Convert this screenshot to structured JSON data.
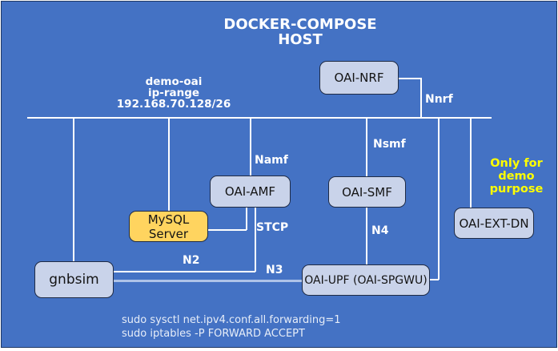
{
  "title": {
    "line1": "DOCKER-COMPOSE",
    "line2": "HOST"
  },
  "network": {
    "name": "demo-oai",
    "range_label": "ip-range",
    "cidr": "192.168.70.128/26"
  },
  "nodes": {
    "nrf": "OAI-NRF",
    "amf": "OAI-AMF",
    "smf": "OAI-SMF",
    "extdn": "OAI-EXT-DN",
    "upf": "OAI-UPF (OAI-SPGWU)",
    "gnbsim": "gnbsim",
    "mysql_line1": "MySQL",
    "mysql_line2": "Server"
  },
  "interfaces": {
    "nnrf": "Nnrf",
    "namf": "Namf",
    "nsmf": "Nsmf",
    "n2": "N2",
    "n3": "N3",
    "n4": "N4",
    "stcp": "STCP"
  },
  "annotations": {
    "note_line1": "Only for",
    "note_line2": "demo",
    "note_line3": "purpose",
    "cmd1": "sudo sysctl net.ipv4.conf.all.forwarding=1",
    "cmd2": "sudo iptables -P FORWARD ACCEPT"
  },
  "colors": {
    "background": "#4472C4",
    "canvas_border": "#1F3864",
    "node_fill": "#C9D3EA",
    "node_border": "#1F2B45",
    "mysql_fill": "#FFD45F",
    "note_yellow": "#FFFF00",
    "connector_white": "#FFFFFF",
    "n3_connector": "#AEC3E8",
    "command_text": "#E6EDF8"
  }
}
